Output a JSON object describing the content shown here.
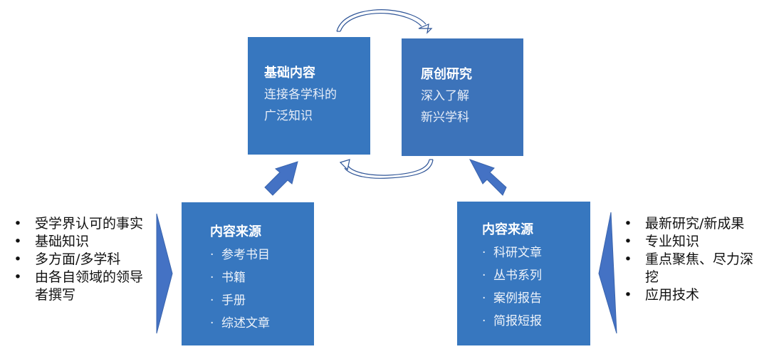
{
  "top_left": {
    "title": "基础内容",
    "lines": [
      "连接各学科的",
      "广泛知识"
    ]
  },
  "top_right": {
    "title": "原创研究",
    "lines": [
      "深入了解",
      "新兴学科"
    ]
  },
  "bottom_left": {
    "title": "内容来源",
    "bullet": "·",
    "items": [
      "参考书目",
      "书籍",
      "手册",
      "综述文章"
    ]
  },
  "bottom_right": {
    "title": "内容来源",
    "bullet": "·",
    "items": [
      "科研文章",
      "丛书系列",
      "案例报告",
      "简报短报"
    ]
  },
  "left_list": {
    "bullet": "•",
    "items": [
      "受学界认可的事实",
      "基础知识",
      "多方面/多学科",
      "由各自领域的领导者撰写"
    ]
  },
  "right_list": {
    "bullet": "•",
    "items": [
      "最新研究/新成果",
      "专业知识",
      "重点聚焦、尽力深挖",
      "应用技术"
    ]
  },
  "colors": {
    "box_blue": "#3777bf",
    "arrow_blue": "#4472c4",
    "arrow_outline": "#2f5597"
  }
}
